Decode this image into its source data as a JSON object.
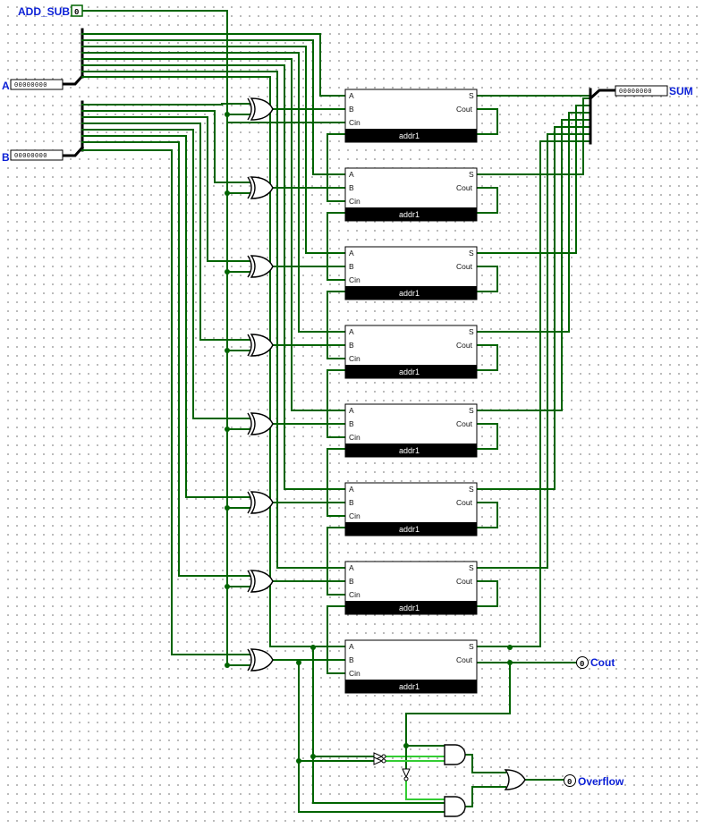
{
  "inputs": {
    "add_sub": {
      "label": "ADD_SUB",
      "value": "0"
    },
    "a": {
      "label": "A",
      "bits": "00000000"
    },
    "b": {
      "label": "B",
      "bits": "00000000"
    }
  },
  "outputs": {
    "sum": {
      "label": "SUM",
      "bits": "00000000"
    },
    "cout": {
      "label": "Cout",
      "value": "0"
    },
    "overflow": {
      "label": "Overflow",
      "value": "0"
    }
  },
  "adder": {
    "name": "addr1",
    "port_a": "A",
    "port_b": "B",
    "port_cin": "Cin",
    "port_s": "S",
    "port_cout": "Cout",
    "count": 8
  },
  "xor_gate_count": 8,
  "colors": {
    "wire": "#006400",
    "wire_active": "#33cc33",
    "bus": "#000000",
    "pin_label": "#0a1fd6",
    "adder_footer": "#000000"
  }
}
